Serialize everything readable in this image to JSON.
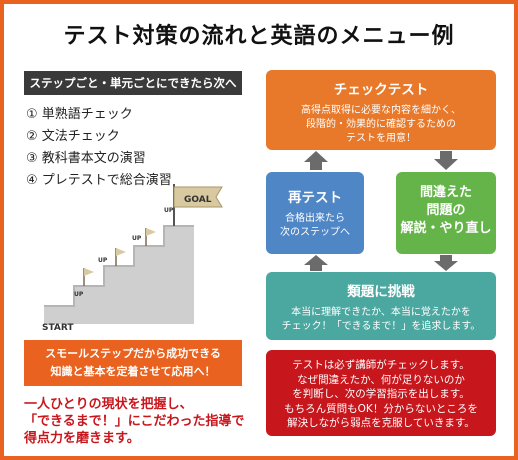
{
  "title": "テスト対策の流れと英語のメニュー例",
  "left": {
    "banner": "ステップごと・単元ごとにできたら次へ",
    "steps": [
      "① 単熟語チェック",
      "② 文法チェック",
      "③ 教科書本文の演習",
      "④ プレテストで総合演習"
    ],
    "stairs": {
      "goal": "GOAL",
      "start": "START",
      "up": "UP"
    },
    "mid_banner": [
      "スモールステップだから成功できる",
      "知識と基本を定着させて応用へ！"
    ],
    "footer": [
      "一人ひとりの現状を把握し、",
      "「できるまで！」にこだわった指導で",
      "得点力を磨きます。"
    ]
  },
  "flow": {
    "check_test": {
      "title": "チェックテスト",
      "lines": [
        "高得点取得に必要な内容を細かく、",
        "段階的・効果的に確認するための",
        "テストを用意！"
      ]
    },
    "retest": {
      "title": "再テスト",
      "lines": [
        "合格出来たら",
        "次のステップへ"
      ]
    },
    "mistake": {
      "lines": [
        "間違えた",
        "問題の",
        "解説・やり直し"
      ]
    },
    "similar": {
      "title": "類題に挑戦",
      "lines": [
        "本当に理解できたか、本当に覚えたかを",
        "チェック！「できるまで！」を追求します。"
      ]
    },
    "note": {
      "lines": [
        "テストは必ず講師がチェックします。",
        "なぜ間違えたか、何が足りないのか",
        "を判断し、次の学習指示を出します。",
        "もちろん質問もOK！分からないところを",
        "解決しながら弱点を克服していきます。"
      ]
    }
  },
  "colors": {
    "border": "#e9621f",
    "orange": "#e8792a",
    "blue": "#4f86c6",
    "green": "#64b44a",
    "teal": "#4aa8a0",
    "red": "#c8161d",
    "arrow": "#6b6b6b"
  }
}
